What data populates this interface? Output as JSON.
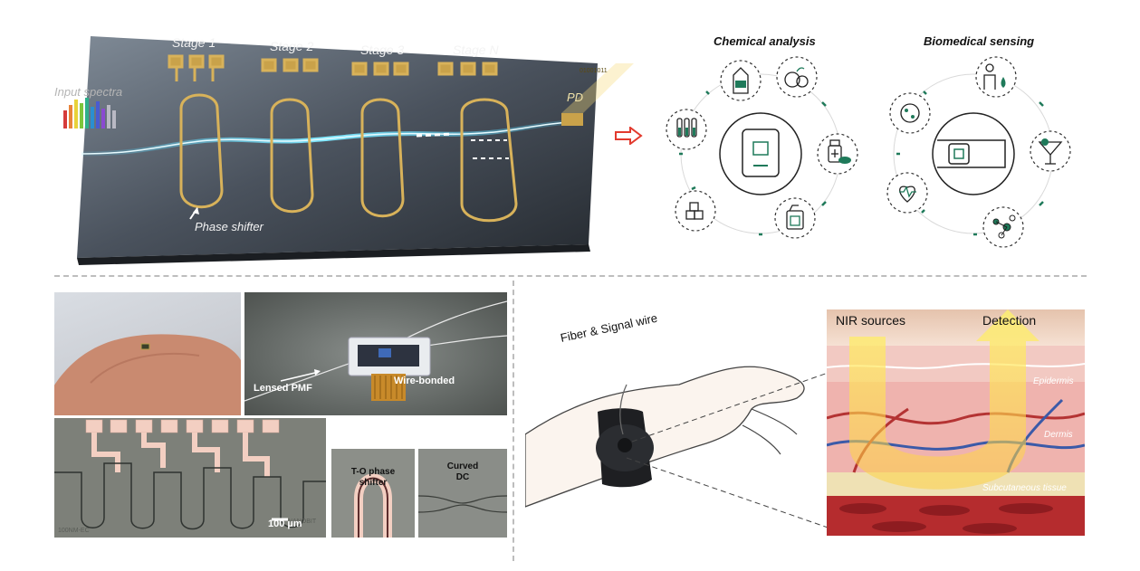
{
  "chip": {
    "stages": [
      "Stage 1",
      "Stage 2",
      "Stage 3",
      "Stage N"
    ],
    "input_label": "Input spectra",
    "pd_label": "PD",
    "bits_label": "01001011",
    "phase_label": "Phase shifter"
  },
  "applications": {
    "chemical_title": "Chemical analysis",
    "biomedical_title": "Biomedical sensing",
    "arrow_color": "#e23a2e",
    "accent": "#1f7a5a"
  },
  "photos": {
    "lensed_label": "Lensed PMF",
    "wire_label": "Wire-bonded",
    "scale_label": "100 µm",
    "chip_text_left": "100NM-EC",
    "chip_text_right": "NANOBIT",
    "to_label_1": "T-O phase",
    "to_label_2": "shifter",
    "dc_label_1": "Curved",
    "dc_label_2": "DC"
  },
  "wearable": {
    "fiber_label": "Fiber & Signal wire",
    "nir_label": "NIR sources",
    "detection_label": "Detection",
    "layers": [
      "Epidermis",
      "Dermis",
      "Subcutaneous tissue"
    ]
  },
  "icons": [
    "test-tubes-icon",
    "milk-carton-icon",
    "fruit-icon",
    "medicine-icon",
    "fuel-can-icon",
    "cubes-icon",
    "bacteria-icon",
    "person-drop-icon",
    "cocktail-icon",
    "heart-pulse-icon",
    "molecule-icon",
    "chip-icon",
    "watch-icon"
  ]
}
